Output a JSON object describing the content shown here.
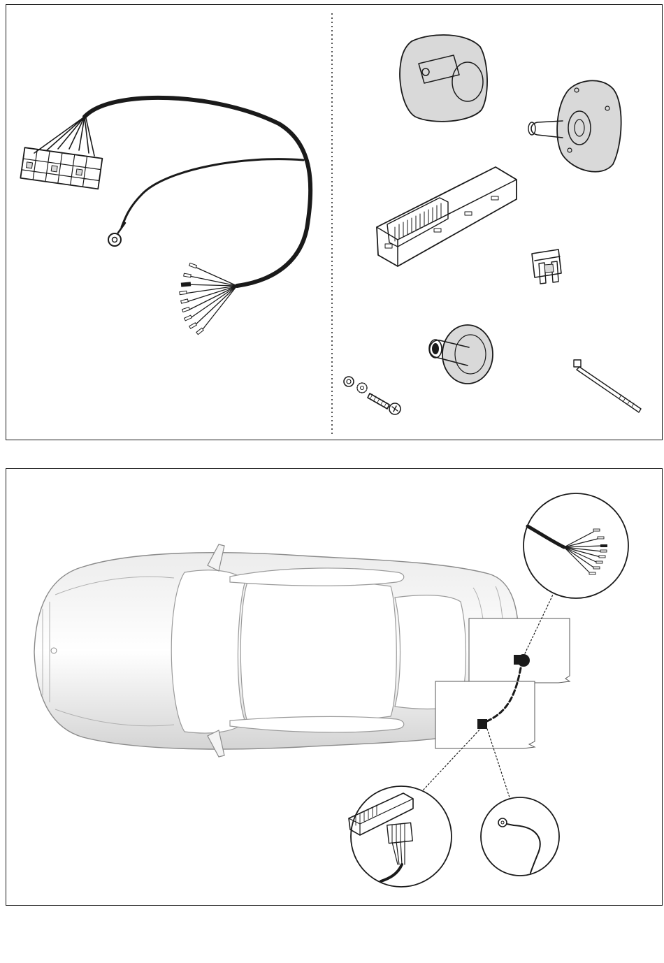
{
  "diagram": {
    "kit_contents": [
      {
        "id": "wiring-harness",
        "icon": "wiring-harness-icon"
      },
      {
        "id": "socket-cover",
        "icon": "socket-cover-icon"
      },
      {
        "id": "mounting-plate",
        "icon": "mounting-plate-icon"
      },
      {
        "id": "control-module",
        "icon": "control-module-icon"
      },
      {
        "id": "fuse",
        "icon": "fuse-icon"
      },
      {
        "id": "rubber-grommet",
        "icon": "grommet-icon"
      },
      {
        "id": "bolt-nut-washer",
        "icon": "bolt-icon"
      },
      {
        "id": "cable-tie",
        "icon": "cable-tie-icon"
      }
    ],
    "installation": {
      "vehicle": "car-top-view",
      "details": [
        "socket-wiring-detail",
        "module-connector-detail",
        "ground-eyelet-detail"
      ]
    },
    "colors": {
      "ink": "#1a1a1a",
      "shade": "#d9d9d9",
      "background": "#ffffff"
    }
  }
}
